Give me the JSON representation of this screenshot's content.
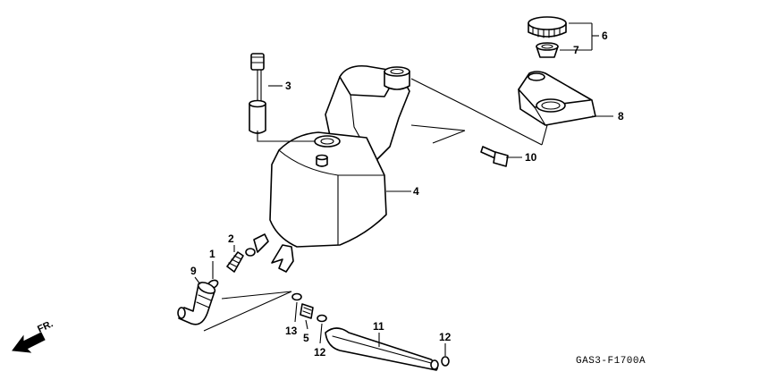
{
  "callouts": {
    "c1": "1",
    "c2": "2",
    "c3": "3",
    "c4": "4",
    "c5": "5",
    "c6": "6",
    "c7": "7",
    "c8": "8",
    "c9": "9",
    "c10": "10",
    "c11": "11",
    "c12a": "12",
    "c12b": "12",
    "c13": "13"
  },
  "direction_label": "FR.",
  "drawing_code": "GAS3-F1700A",
  "icons": {
    "direction": "front-arrow-icon"
  }
}
